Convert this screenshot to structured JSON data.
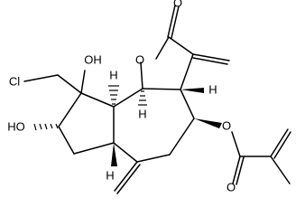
{
  "molecule": {
    "atom_labels": {
      "carbonyl_oxygen": "O",
      "ring_oxygen": "O",
      "ester_oxygen": "O",
      "ester_carbonyl_oxygen": "O",
      "chlorine": "Cl",
      "hydroxyl_top": "OH",
      "hydroxyl_left": "HO",
      "h_top": "H",
      "h_mid": "H",
      "h_right": "H",
      "h_bottom": "H"
    }
  }
}
